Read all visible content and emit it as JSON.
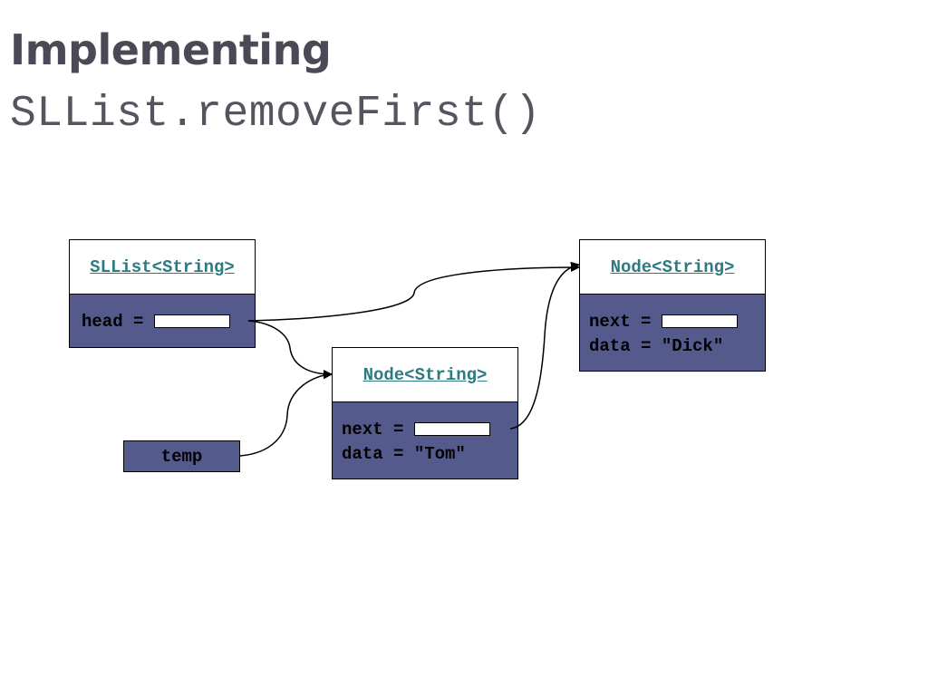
{
  "slide": {
    "title_line1": "Implementing",
    "title_line2": "SLList.removeFirst()"
  },
  "diagram": {
    "sllist": {
      "header": "SLList<String>",
      "head_label": "head = "
    },
    "node_tom": {
      "header": "Node<String>",
      "next_label": "next = ",
      "data_label": "data = \"Tom\""
    },
    "node_dick": {
      "header": "Node<String>",
      "next_label": "next = ",
      "data_label": "data = \"Dick\""
    },
    "temp": {
      "label": "temp"
    },
    "colors": {
      "box_fill": "#555a8d",
      "header_text": "#2e7a82",
      "title_text": "#4a4a56"
    }
  }
}
